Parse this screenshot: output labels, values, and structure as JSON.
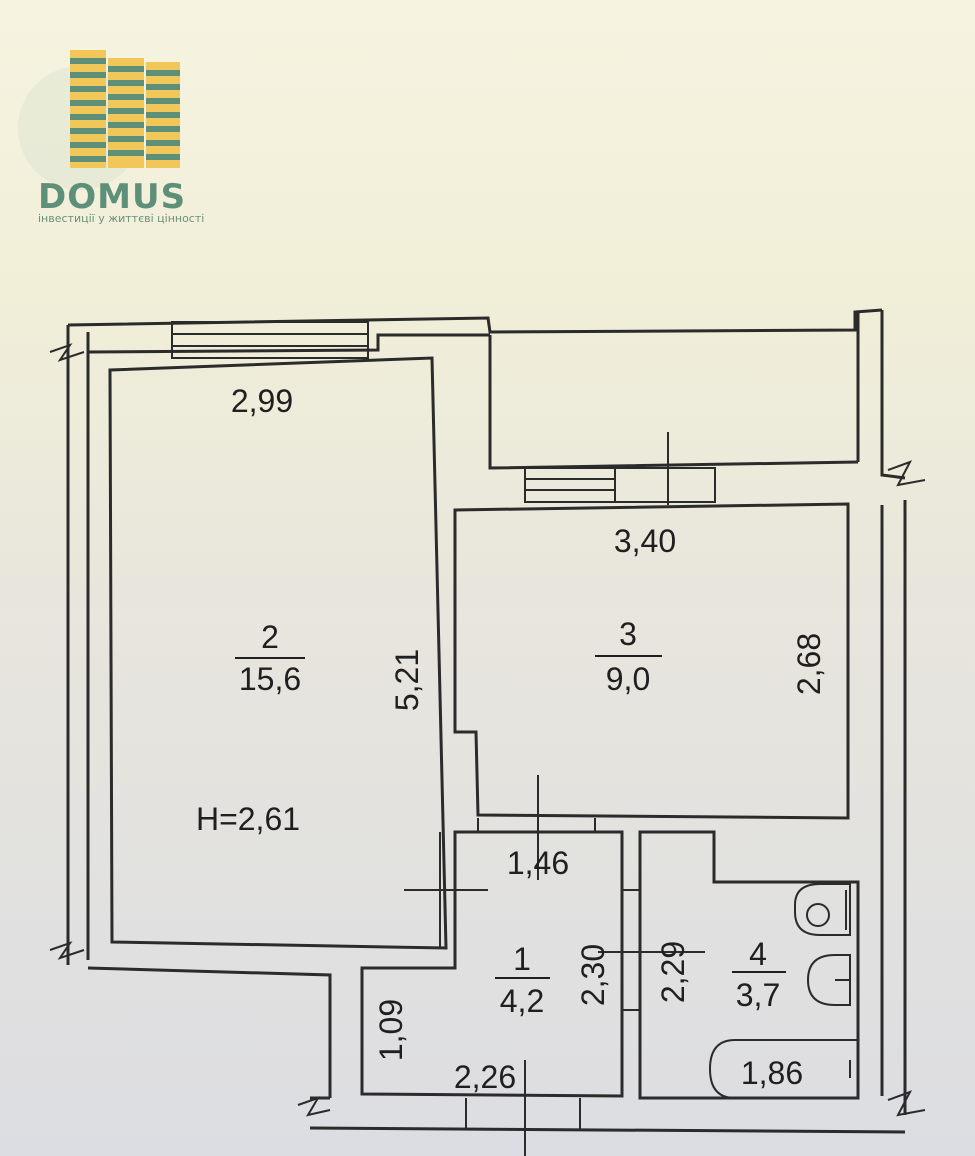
{
  "logo": {
    "brand": "DOMUS",
    "tagline": "інвестиції у життєві цінності",
    "colors": {
      "green": "#5d8f79",
      "yellow": "#f1c75a"
    }
  },
  "plan": {
    "rooms": [
      {
        "number": "2",
        "area": "15,6"
      },
      {
        "number": "3",
        "area": "9,0"
      },
      {
        "number": "1",
        "area": "4,2"
      },
      {
        "number": "4",
        "area": "3,7"
      }
    ],
    "ceiling_height": "H=2,61",
    "dimensions": {
      "room2_width": "2,99",
      "room2_length": "5,21",
      "room3_width": "3,40",
      "room3_length": "2,68",
      "hall_width_top": "1,46",
      "hall_length": "2,30",
      "hall_width_bottom": "2,26",
      "hall_niche": "1,09",
      "bath_length": "2,29",
      "bath_width": "1,86"
    }
  }
}
